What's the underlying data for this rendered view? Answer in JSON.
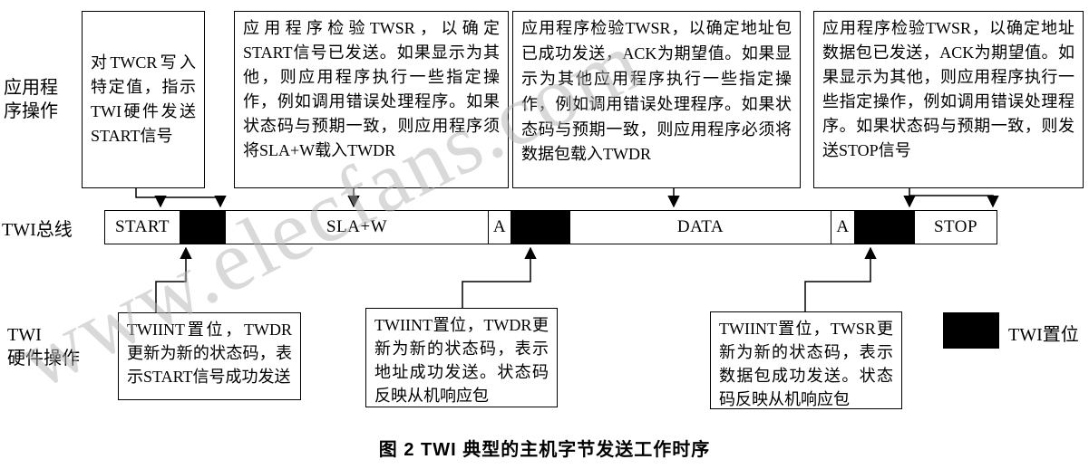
{
  "watermark": {
    "text": "www.elecfans.com"
  },
  "row_labels": {
    "app": [
      "应用程",
      "序操作"
    ],
    "bus": "TWI总线",
    "hw": [
      "TWI",
      "硬件操作"
    ]
  },
  "app_boxes": [
    {
      "text": "对TWCR写入特定值，指示TWI硬件发送START信号"
    },
    {
      "text": "应用程序检验TWSR，以确定START信号已发送。如果显示为其他，则应用程序执行一些指定操作，例如调用错误处理程序。如果状态码与预期一致，则应用程序须将SLA+W载入TWDR"
    },
    {
      "text": "应用程序检验TWSR，以确定地址包已成功发送，ACK为期望值。如果显示为其他应用程序执行一些指定操作，例如调用错误处理程序。如果状态码与预期一致，则应用程序必须将数据包载入TWDR"
    },
    {
      "text": "应用程序检验TWSR，以确定地址数据包已发送，ACK为期望值。如果显示为其他，则应用程序执行一些指定操作，例如调用错误处理程序。如果状态码与预期一致，则发送STOP信号"
    }
  ],
  "bus_segments": [
    {
      "label": "START",
      "type": "white"
    },
    {
      "label": "",
      "type": "black"
    },
    {
      "label": "SLA+W",
      "type": "white"
    },
    {
      "label": "A",
      "type": "white"
    },
    {
      "label": "",
      "type": "black"
    },
    {
      "label": "DATA",
      "type": "white"
    },
    {
      "label": "A",
      "type": "white"
    },
    {
      "label": "",
      "type": "black"
    },
    {
      "label": "STOP",
      "type": "white"
    }
  ],
  "hw_boxes": [
    {
      "text": "TWIINT置位，TWDR更新为新的状态码，表示START信号成功发送"
    },
    {
      "text": "TWIINT置位，TWDR更新为新的状态码，表示地址成功发送。状态码反映从机响应包"
    },
    {
      "text": "TWIINT置位，TWSR更新为新的状态码，表示数据包成功发送。状态码反映从机响应包"
    }
  ],
  "legend": {
    "label": "TWI置位"
  },
  "caption": "图 2  TWI 典型的主机字节发送工作时序",
  "colors": {
    "background": "#ffffff",
    "ink": "#000000",
    "watermark": "#b5b5b5"
  }
}
